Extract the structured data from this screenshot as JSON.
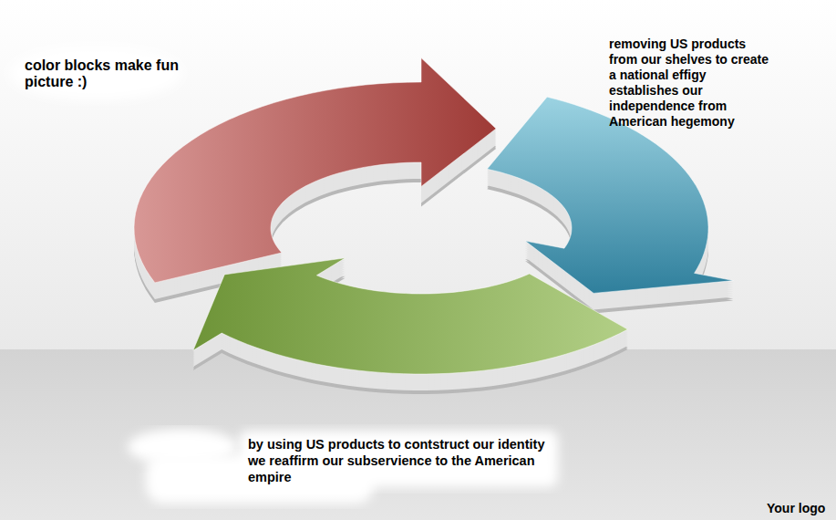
{
  "diagram": {
    "labels": [
      "color blocks make fun picture :)",
      "removing US products from our shelves to create a national effigy establishes our independence from American hegemony",
      "by using US products to contstruct our identity we reaffirm our subservience to the American empire",
      "Your logo"
    ]
  }
}
